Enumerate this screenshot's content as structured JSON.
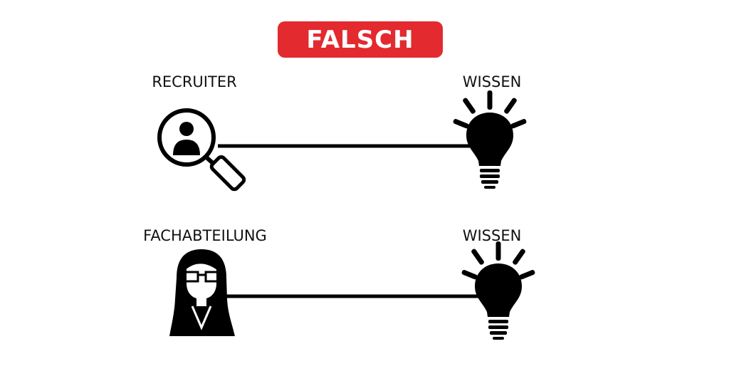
{
  "badge": {
    "text": "FALSCH",
    "color": "#e32a2f"
  },
  "rows": [
    {
      "left_label": "RECRUITER",
      "left_icon": "recruiter-magnifier-icon",
      "right_label": "WISSEN",
      "right_icon": "lightbulb-icon"
    },
    {
      "left_label": "FACHABTEILUNG",
      "left_icon": "woman-with-glasses-icon",
      "right_label": "WISSEN",
      "right_icon": "lightbulb-icon"
    }
  ],
  "colors": {
    "ink": "#000000",
    "background": "#ffffff"
  }
}
